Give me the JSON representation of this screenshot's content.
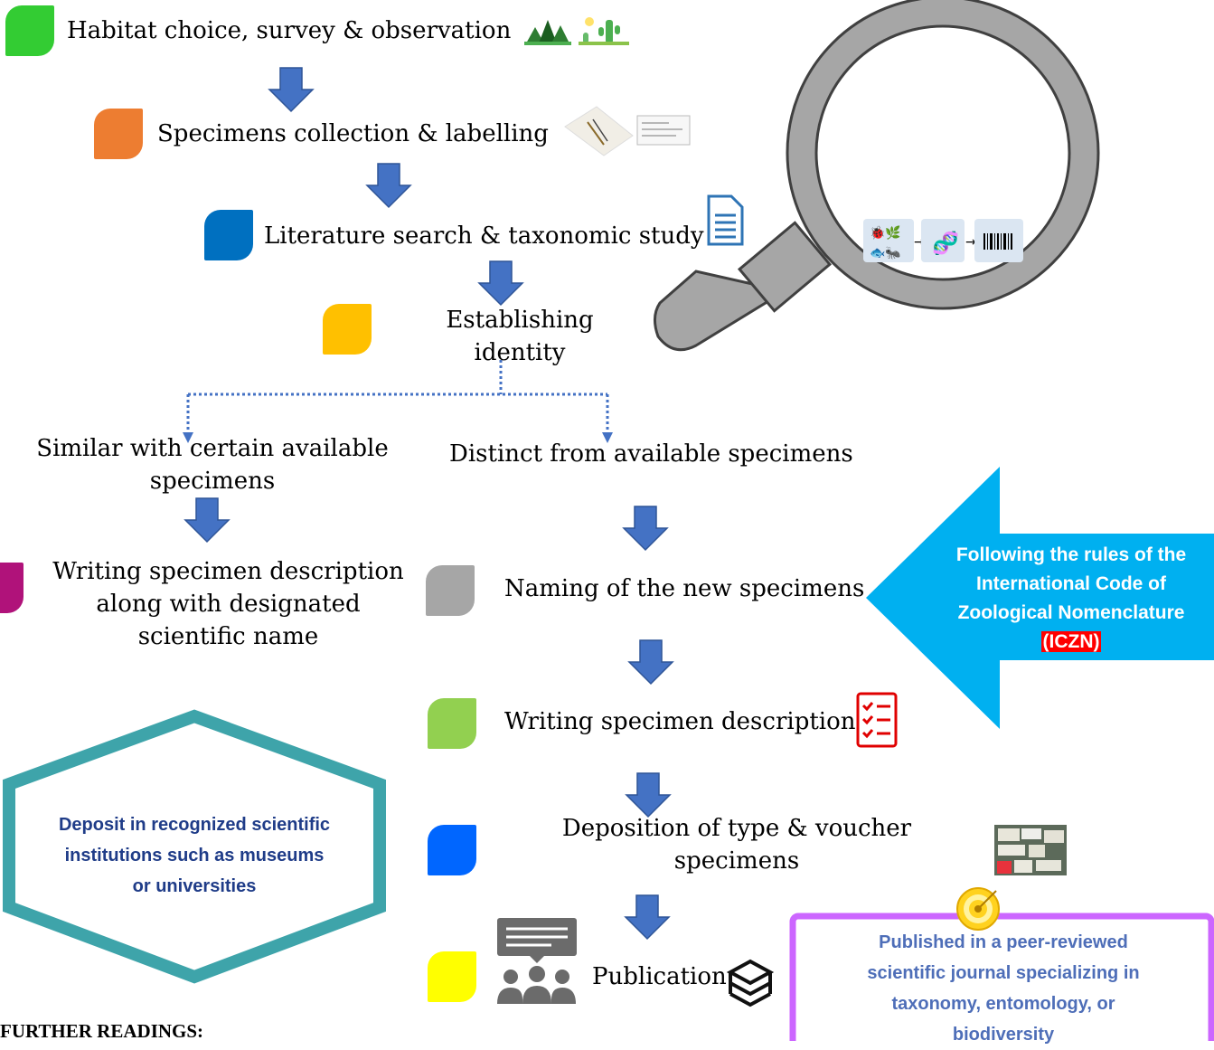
{
  "steps": {
    "habitat": "Habitat choice, survey & observation",
    "collection": "Specimens collection & labelling",
    "literature": "Literature search & taxonomic study",
    "identity_line1": "Establishing",
    "identity_line2": "identity",
    "similar_line1": "Similar with certain available",
    "similar_line2": "specimens",
    "distinct": "Distinct from available specimens",
    "writing_named_line1": "Writing specimen description",
    "writing_named_line2": "along with designated",
    "writing_named_line3": "scientific name",
    "naming": "Naming of the new specimens",
    "writing_description": "Writing specimen description",
    "deposition_line1": "Deposition of type & voucher",
    "deposition_line2": "specimens",
    "publication": "Publication"
  },
  "callouts": {
    "iczn_line1": "Following the rules of the",
    "iczn_line2": "International Code of",
    "iczn_line3": "Zoological Nomenclature",
    "iczn_abbrev": "(ICZN)",
    "deposit_line1": "Deposit in recognized scientific",
    "deposit_line2": "institutions such as museums",
    "deposit_line3": "or universities",
    "publish_line1": "Published in a peer-reviewed",
    "publish_line2": "scientific journal specializing in",
    "publish_line3": "taxonomy, entomology, or",
    "publish_line4": "biodiversity"
  },
  "footer": {
    "further_readings": "FURTHER READINGS:"
  },
  "colors": {
    "arrow": "#4472c4",
    "habitat_leaf": "#33cc33",
    "collection_leaf": "#ed7d31",
    "literature_leaf": "#0070c0",
    "identity_leaf": "#ffc000",
    "writing_named_leaf": "#b0127a",
    "naming_leaf": "#a6a6a6",
    "writing_leaf": "#92d050",
    "deposition_leaf": "#0066ff",
    "publication_leaf": "#ffff00",
    "iczn_arrow": "#00b0f0",
    "deposit_hexagon": "#3ea4aa",
    "publish_box": "#cc66ff",
    "callout_text_blue": "#1f3c88"
  }
}
